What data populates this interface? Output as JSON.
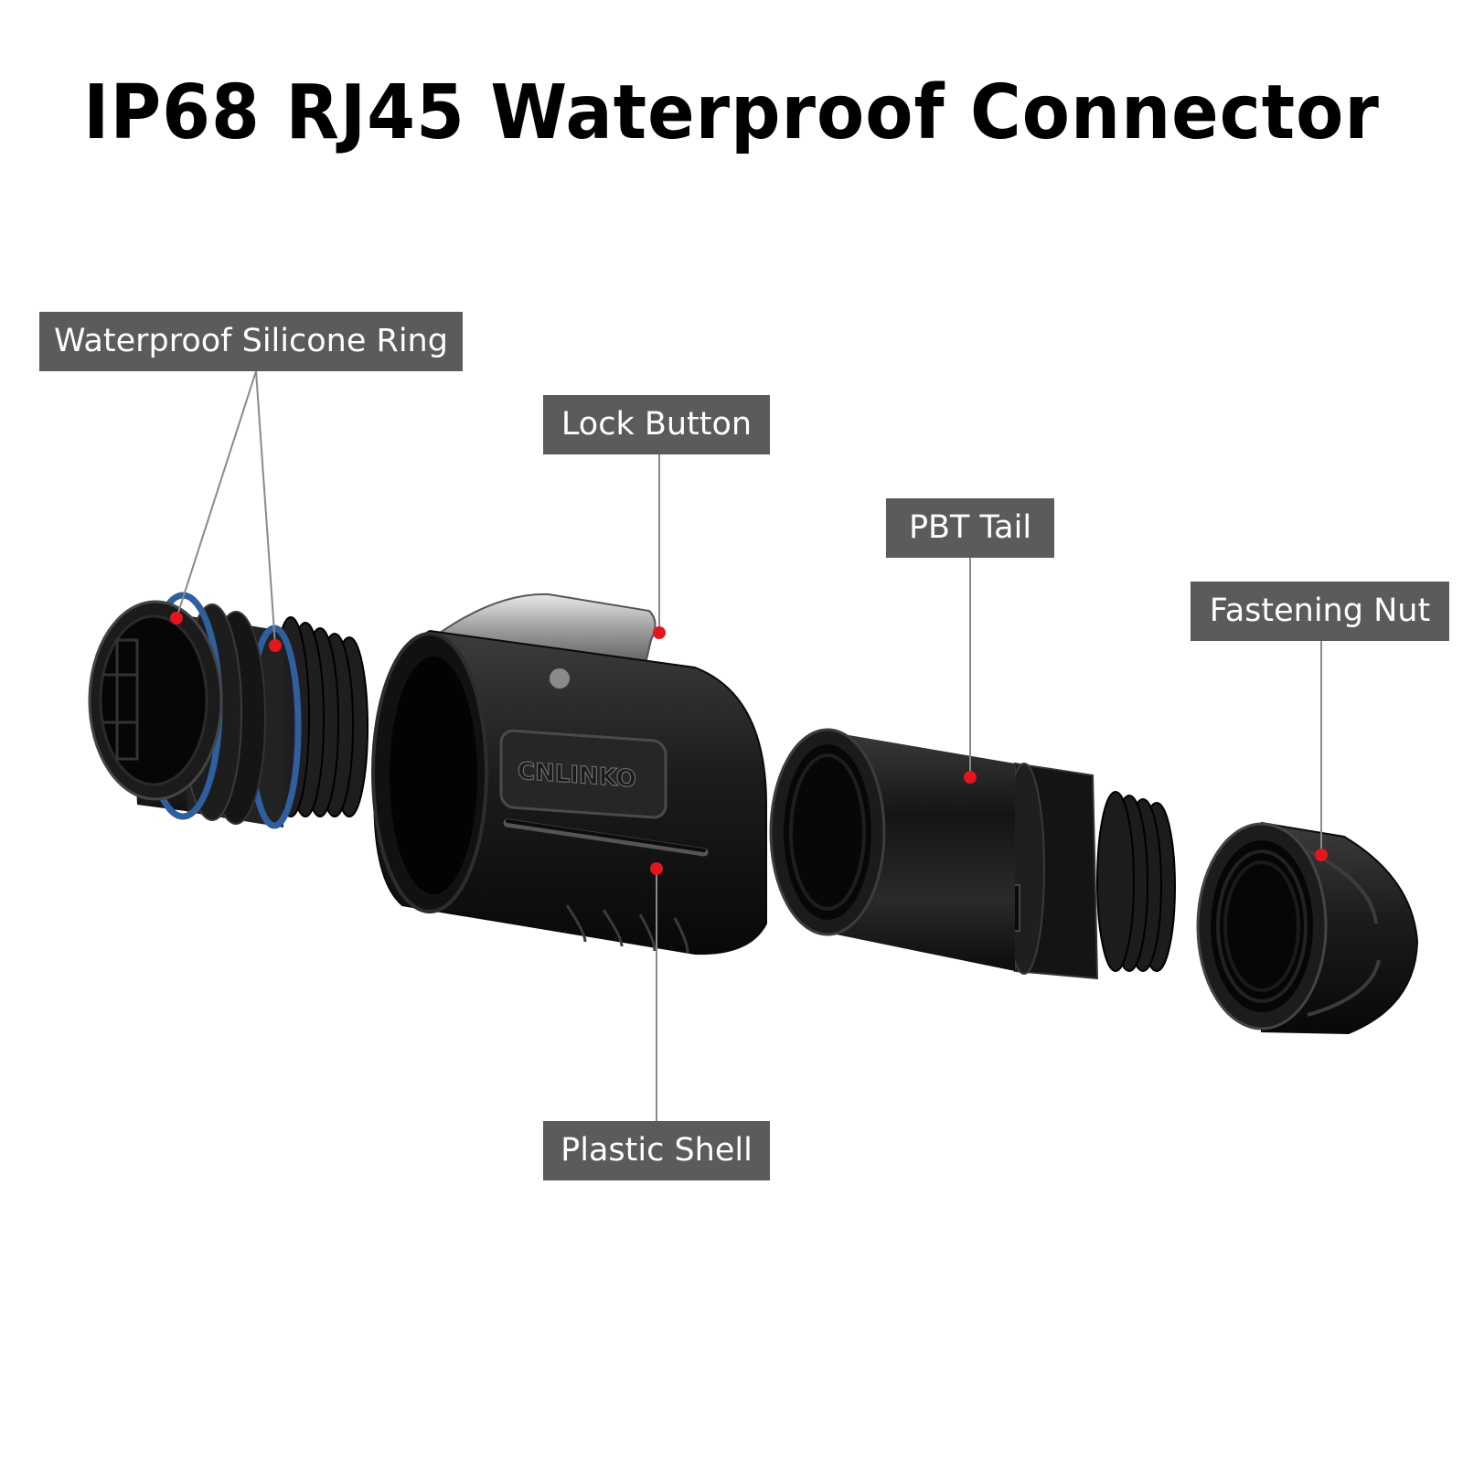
{
  "title": "IP68 RJ45 Waterproof Connector",
  "labels": {
    "ring": "Waterproof Silicone Ring",
    "lock": "Lock Button",
    "tail": "PBT Tail",
    "nut": "Fastening Nut",
    "shell": "Plastic Shell"
  },
  "brand_mark": "CNLINKO",
  "colors": {
    "label_bg": "#5b5b5b",
    "label_text": "#ffffff",
    "marker": "#e3161e",
    "ring_blue": "#2f5f9e",
    "part_body": "#1a1a1a",
    "leader_line": "#8a8a8a"
  }
}
